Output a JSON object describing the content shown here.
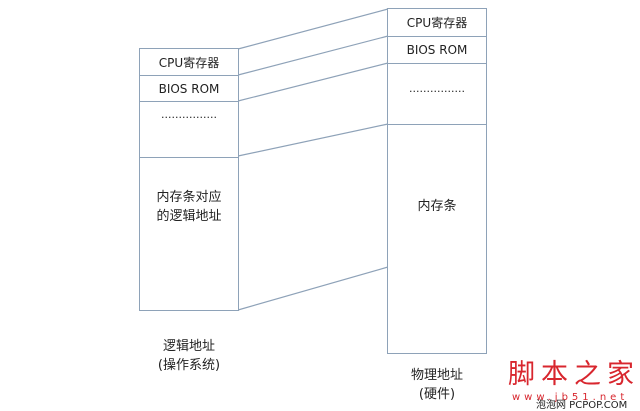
{
  "diagram": {
    "logical_box": {
      "rows": [
        {
          "label": "CPU寄存器"
        },
        {
          "label": "BIOS ROM"
        },
        {
          "label": "................"
        },
        {
          "label": "内存条对应\n的逻辑地址",
          "line1": "内存条对应",
          "line2": "的逻辑地址"
        }
      ],
      "caption_line1": "逻辑地址",
      "caption_line2": "(操作系统)"
    },
    "physical_box": {
      "rows": [
        {
          "label": "CPU寄存器"
        },
        {
          "label": "BIOS ROM"
        },
        {
          "label": "................"
        },
        {
          "label": "内存条"
        }
      ],
      "caption_line1": "物理地址",
      "caption_line2": "(硬件)"
    },
    "line_color": "#8ea2b8"
  },
  "watermark": {
    "main": "脚本之家",
    "url": "www.jb51.net",
    "sub": "泡泡网 PCPOP.COM",
    "color": "#d8262e"
  }
}
